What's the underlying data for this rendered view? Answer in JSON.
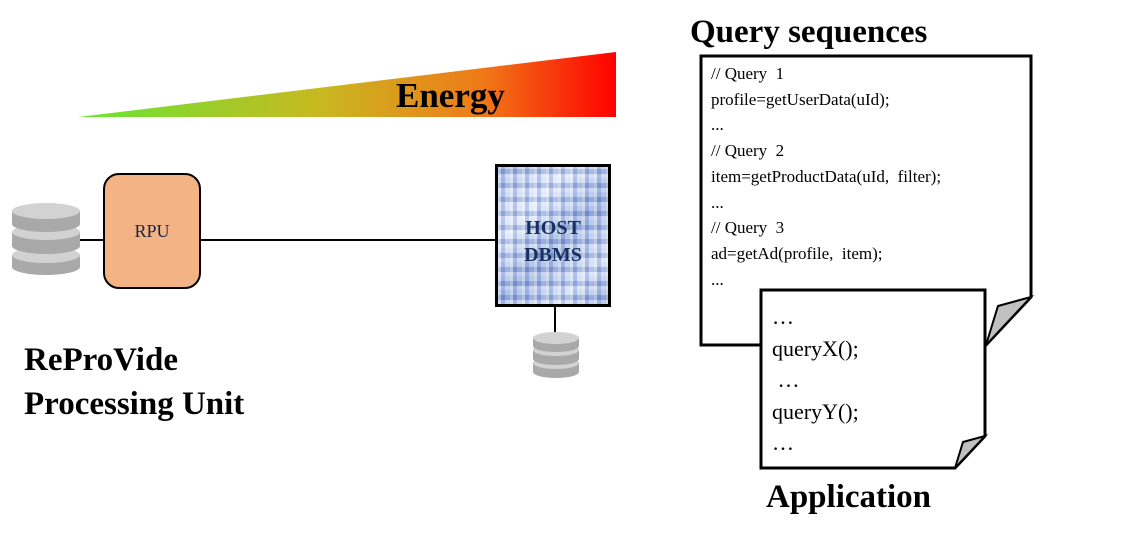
{
  "energy": {
    "label": "Energy",
    "gradient": [
      "#66e633",
      "#c8b820",
      "#f07a18",
      "#ff0000"
    ]
  },
  "rpu": {
    "label": "RPU",
    "fill": "#f3b384"
  },
  "host_dbms": {
    "line1": "HOST",
    "line2": "DBMS"
  },
  "reprovide": {
    "line1": "ReProVide",
    "line2": "Processing Unit"
  },
  "query_sequences": {
    "title": "Query sequences",
    "lines": [
      "// Query  1",
      "profile=getUserData(uId);",
      "...",
      "// Query  2",
      "item=getProductData(uId,  filter);",
      "...",
      "// Query  3",
      "ad=getAd(profile,  item);",
      "..."
    ]
  },
  "application": {
    "title": "Application",
    "lines": [
      "…",
      "queryX();",
      " …",
      "queryY();",
      "…"
    ]
  }
}
